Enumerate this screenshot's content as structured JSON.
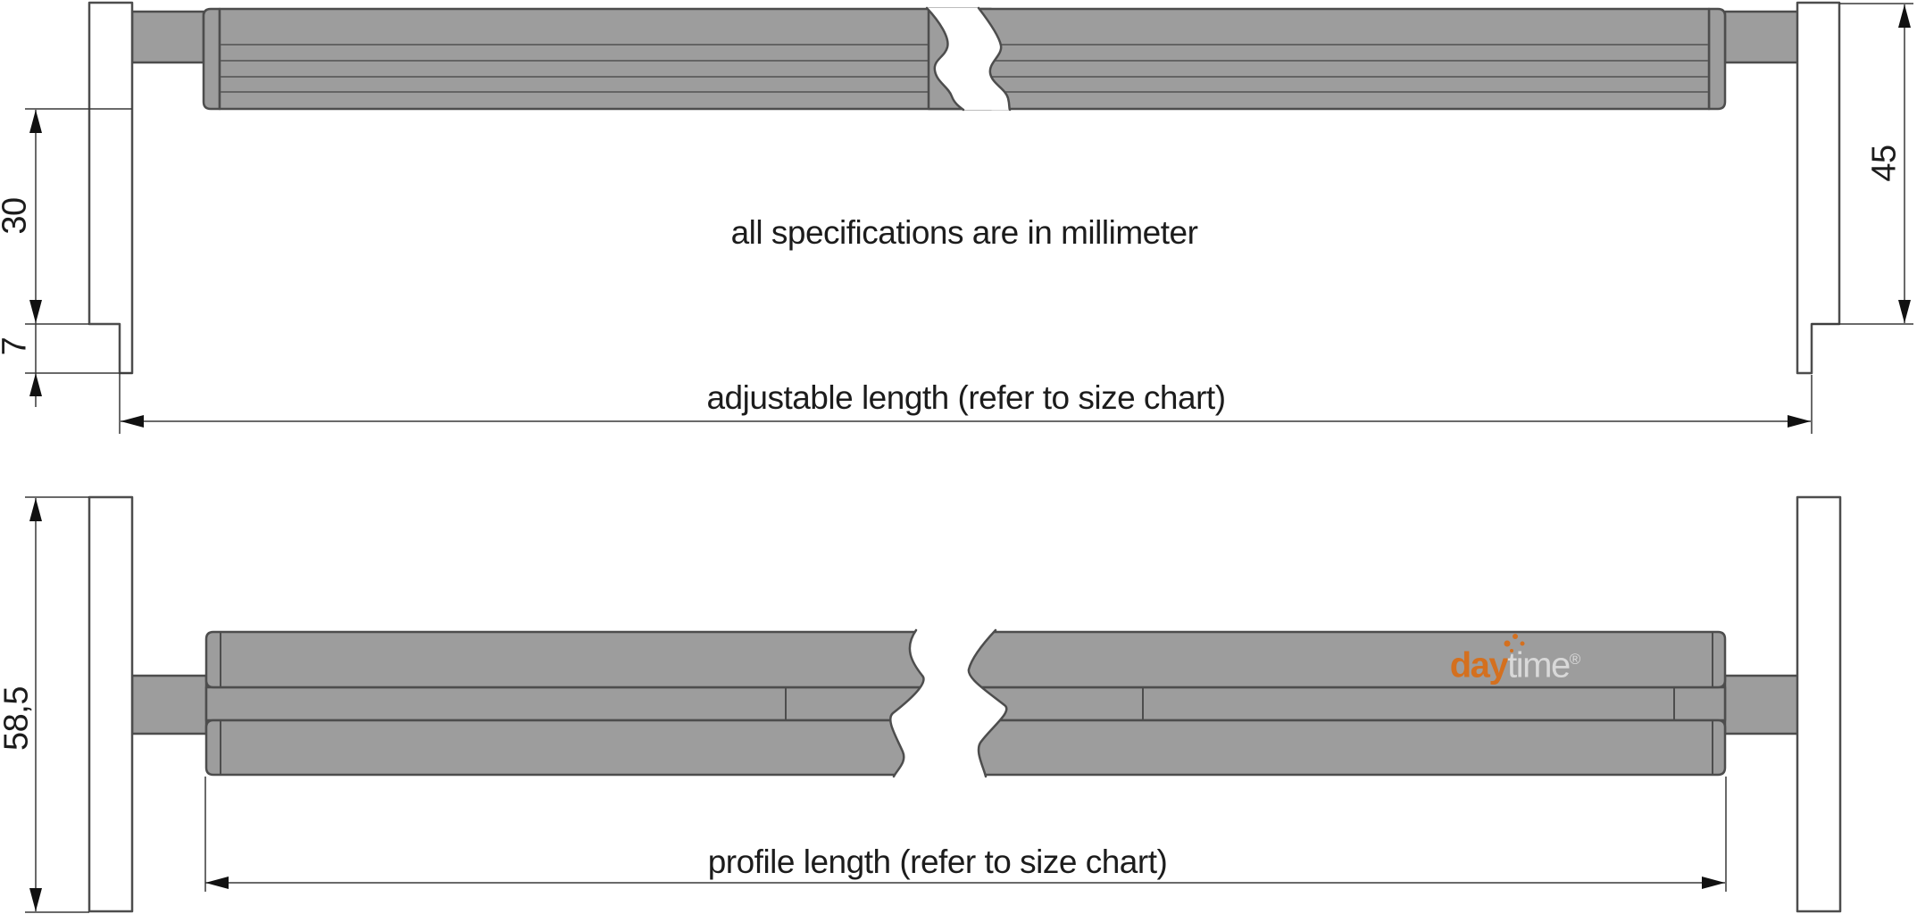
{
  "annotations": {
    "units_note": "all specifications are in millimeter",
    "adjustable_length_label": "adjustable length (refer to size chart)",
    "profile_length_label": "profile length (refer to size chart)"
  },
  "dimensions": {
    "top_view": {
      "bracket_upper_mm": "30",
      "bracket_step_mm": "7",
      "end_height_mm": "45"
    },
    "side_view": {
      "bracket_height_mm": "58,5"
    }
  },
  "logo": {
    "part1": "day",
    "part2": "time",
    "registered_mark": "®"
  },
  "colors": {
    "profile_fill": "#9d9d9d",
    "outline": "#4d4d4d",
    "rib_line": "#5c5c5c",
    "dimension_line": "#383838",
    "text": "#1c1c1c",
    "logo_orange": "#d4701f",
    "logo_gray": "#d9d9d9",
    "background": "#ffffff"
  }
}
